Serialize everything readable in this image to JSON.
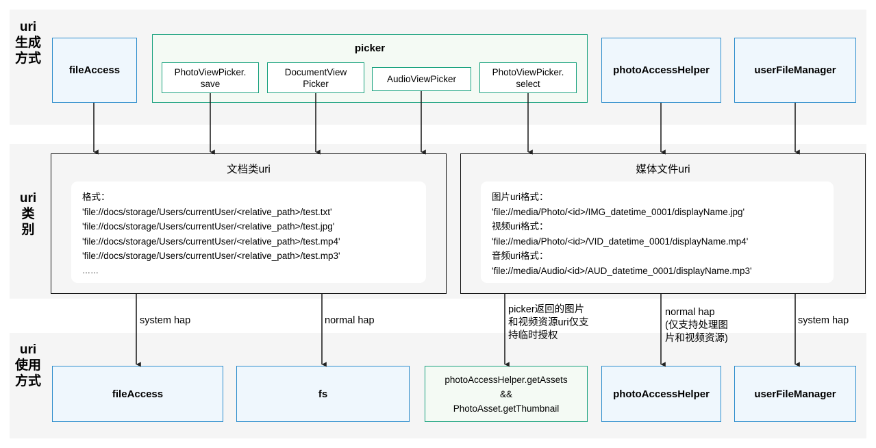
{
  "diagram": {
    "title": "uri generation / category / usage flow",
    "colors": {
      "band_bg": "#f5f5f5",
      "blue_fill": "#eff7fd",
      "blue_stroke": "#2b8ccc",
      "green_fill": "#f4faf4",
      "green_stroke": "#15a07c",
      "box_stroke": "#111111",
      "arrow": "#222222"
    }
  },
  "rows": {
    "generation": {
      "label": "uri\n生成\n方式"
    },
    "category": {
      "label": "uri\n类\n别"
    },
    "usage": {
      "label": "uri\n使用\n方式"
    }
  },
  "generation": {
    "file_access": "fileAccess",
    "picker_group_title": "picker",
    "picker_items": [
      "PhotoViewPicker.\nsave",
      "DocumentView\nPicker",
      "AudioViewPicker",
      "PhotoViewPicker.\nselect"
    ],
    "photo_access_helper": "photoAccessHelper",
    "user_file_manager": "userFileManager"
  },
  "category": {
    "doc": {
      "title": "文档类uri",
      "lines": [
        "格式：",
        "'file://docs/storage/Users/currentUser/<relative_path>/test.txt'",
        "'file://docs/storage/Users/currentUser/<relative_path>/test.jpg'",
        "'file://docs/storage/Users/currentUser/<relative_path>/test.mp4'",
        "'file://docs/storage/Users/currentUser/<relative_path>/test.mp3'",
        "……"
      ]
    },
    "media": {
      "title": "媒体文件uri",
      "lines": [
        "图片uri格式：",
        "'file://media/Photo/<id>/IMG_datetime_0001/displayName.jpg'",
        "视频uri格式：",
        "'file://media/Photo/<id>/VID_datetime_0001/displayName.mp4'",
        "音频uri格式：",
        "'file://media/Audio/<id>/AUD_datetime_0001/displayName.mp3'"
      ]
    }
  },
  "edge_labels": {
    "system_hap_left": "system hap",
    "normal_hap_left": "normal hap",
    "picker_temp_auth": "picker返回的图片\n和视频资源uri仅支\n持临时授权",
    "normal_hap_media": "normal hap\n(仅支持处理图\n片和视频资源)",
    "system_hap_right": "system hap"
  },
  "usage": {
    "file_access": "fileAccess",
    "fs": "fs",
    "photo_assets": "photoAccessHelper.getAssets\n&&\nPhotoAsset.getThumbnail",
    "photo_access_helper": "photoAccessHelper",
    "user_file_manager": "userFileManager"
  }
}
